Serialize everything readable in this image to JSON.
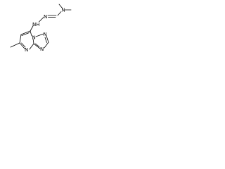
{
  "molecule": {
    "atoms": {
      "n_dimethyl": "N",
      "n_hydrazone": "N",
      "nh": "NH",
      "n_ring_1": "N",
      "n_ring_2": "N",
      "n_ring_3": "N",
      "n_ring_4": "N"
    },
    "colors": {
      "bond": "#000000",
      "label": "#000000",
      "background": "#ffffff"
    }
  }
}
